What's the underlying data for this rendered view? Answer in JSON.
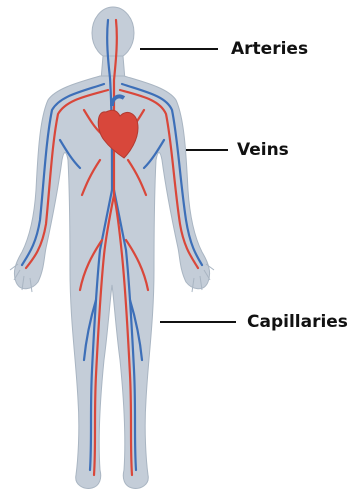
{
  "labels": {
    "arteries": "Arteries",
    "veins": "Veins",
    "capillaries": "Capillaries"
  },
  "colors": {
    "body": "#c4cdd8",
    "body_outline": "#a9b5c2",
    "artery": "#d9473a",
    "vein": "#3d6fb8",
    "heart": "#d8473b",
    "label_text": "#111111"
  }
}
